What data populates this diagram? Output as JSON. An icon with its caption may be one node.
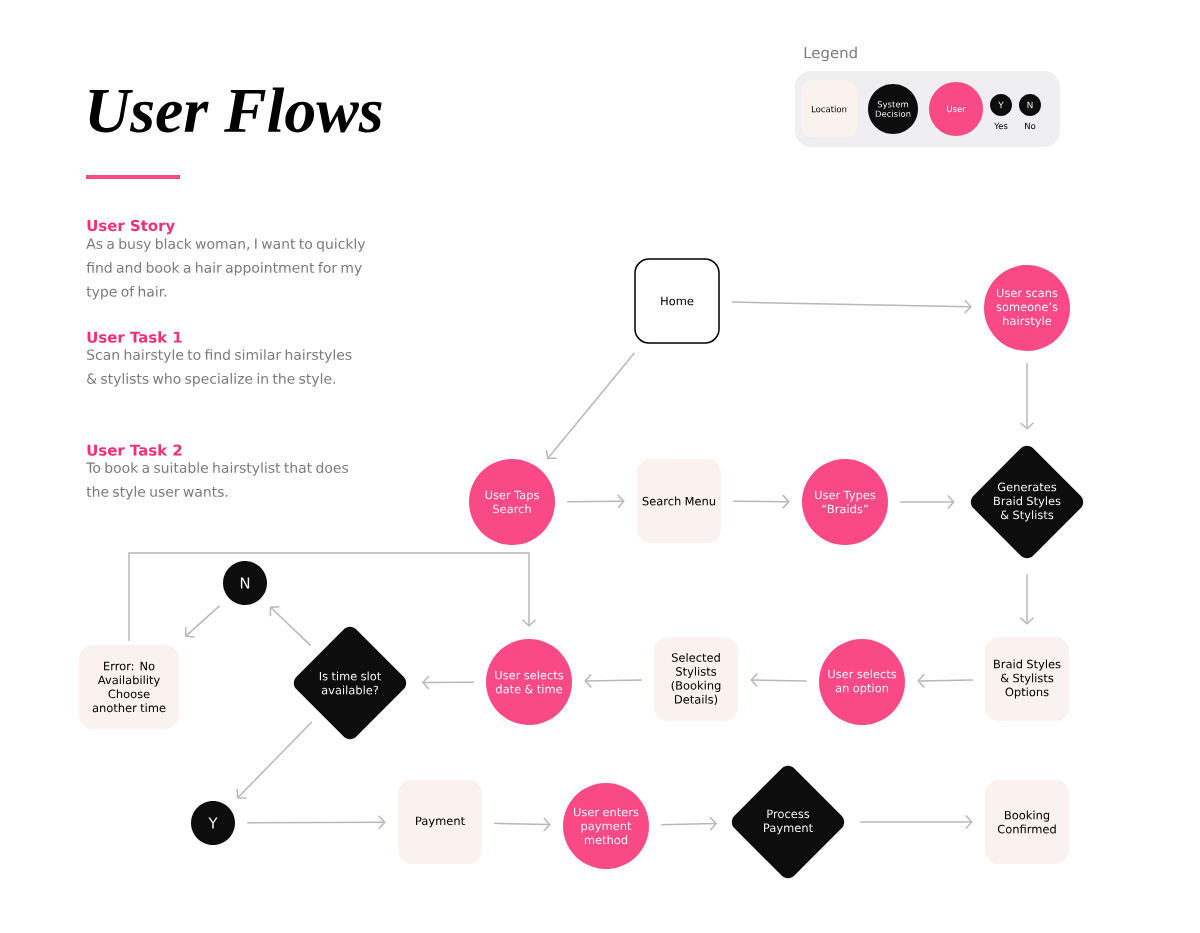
{
  "diagram": {
    "title": "User Flows",
    "nodes": [
      {
        "text": [
          "Home"
        ]
      },
      {
        "text": [
          "User scans someone’s hairstyle"
        ]
      },
      {
        "text": [
          "User Taps Search"
        ]
      },
      {
        "text": [
          "Search Menu"
        ]
      },
      {
        "text": [
          "User Types “Braids”"
        ]
      },
      {
        "text": [
          "Generates Braid Styles & Stylists"
        ]
      },
      {
        "text": [
          "Braid Styles & Stylists Options"
        ]
      },
      {
        "text": [
          "User selects an option"
        ]
      },
      {
        "text": [
          "Selected Stylists (Booking Details)"
        ]
      },
      {
        "text": [
          "User selects date & time"
        ]
      },
      {
        "text": [
          "Is time slot available?"
        ]
      },
      {
        "text": [
          "N"
        ]
      },
      {
        "text": [
          "Error: No Availability Choose another time"
        ]
      },
      {
        "text": [
          "Y"
        ]
      },
      {
        "text": [
          "Payment"
        ]
      },
      {
        "text": [
          "User enters payment method"
        ]
      },
      {
        "text": [
          "Process Payment"
        ]
      },
      {
        "text": [
          "Booking Confirmed"
        ]
      }
    ],
    "edges": [
      {
        "from": 0,
        "to": 1,
        "arrow": "to"
      },
      {
        "from": 0,
        "to": 2,
        "arrow": "to"
      },
      {
        "from": 1,
        "to": 5,
        "arrow": "to"
      },
      {
        "from": 2,
        "to": 3,
        "arrow": "to"
      },
      {
        "from": 3,
        "to": 4,
        "arrow": "to"
      },
      {
        "from": 4,
        "to": 5,
        "arrow": "to"
      },
      {
        "from": 5,
        "to": 6,
        "arrow": "to"
      },
      {
        "from": 6,
        "to": 7,
        "arrow": "to"
      },
      {
        "from": 7,
        "to": 8,
        "arrow": "to"
      },
      {
        "from": 8,
        "to": 9,
        "arrow": "to"
      },
      {
        "from": 9,
        "to": 10,
        "arrow": "to"
      },
      {
        "from": 10,
        "to": 11,
        "arrow": "to"
      },
      {
        "from": 11,
        "to": 12,
        "arrow": "to"
      },
      {
        "from": 12,
        "to": 9,
        "arrow": "to"
      },
      {
        "from": 10,
        "to": 13,
        "arrow": "to"
      },
      {
        "from": 13,
        "to": 14,
        "arrow": "to"
      },
      {
        "from": 14,
        "to": 15,
        "arrow": "to"
      },
      {
        "from": 15,
        "to": 16,
        "arrow": "to"
      },
      {
        "from": 16,
        "to": 17,
        "arrow": "to"
      }
    ],
    "labels": [
      "Legend",
      "Y",
      "N",
      "User Story",
      "As a busy black woman, I want to quickly find and book a hair appointment for my type of hair.",
      "User Task 1",
      "Scan hairstyle to find similar hairstyles & stylists who specialize in the style.",
      "User Task 2",
      "To book a suitable hairstylist that does the style user wants."
    ],
    "legend": [
      {
        "text": "Location",
        "color": "#f9f2ef"
      },
      {
        "text": "System Decision",
        "color": "#0d0d0d"
      },
      {
        "text": "User",
        "color": "#fa4a85"
      },
      {
        "text": "Yes",
        "color": "#0d0d0d"
      },
      {
        "text": "No",
        "color": "#0d0d0d"
      }
    ]
  }
}
